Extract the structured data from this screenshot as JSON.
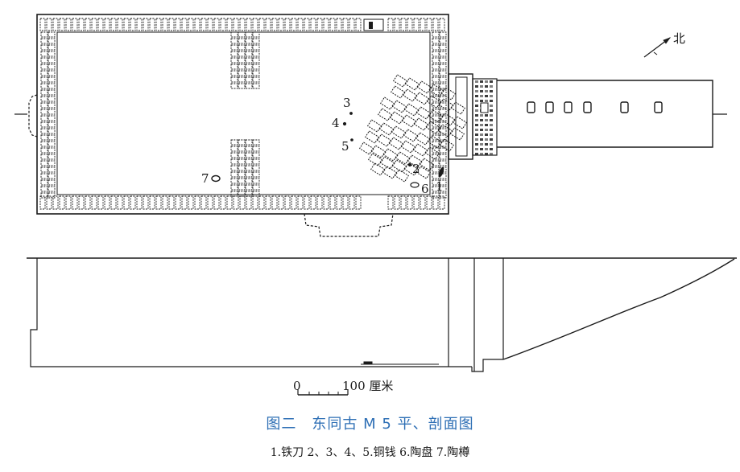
{
  "north_label": "北",
  "scale": {
    "zero": "0",
    "max_label": "100 厘米"
  },
  "artifact_labels": {
    "a1": "1",
    "a2": "2",
    "a3": "3",
    "a4": "4",
    "a5": "5",
    "a6": "6",
    "a7": "7"
  },
  "caption": {
    "title": "图二　东同古 M 5 平、剖面图",
    "legend": "1.铁刀 2、3、4、5.铜钱 6.陶盘 7.陶樽"
  },
  "colors": {
    "ink": "#1a1a1a",
    "caption_blue": "#2e6fb5"
  }
}
